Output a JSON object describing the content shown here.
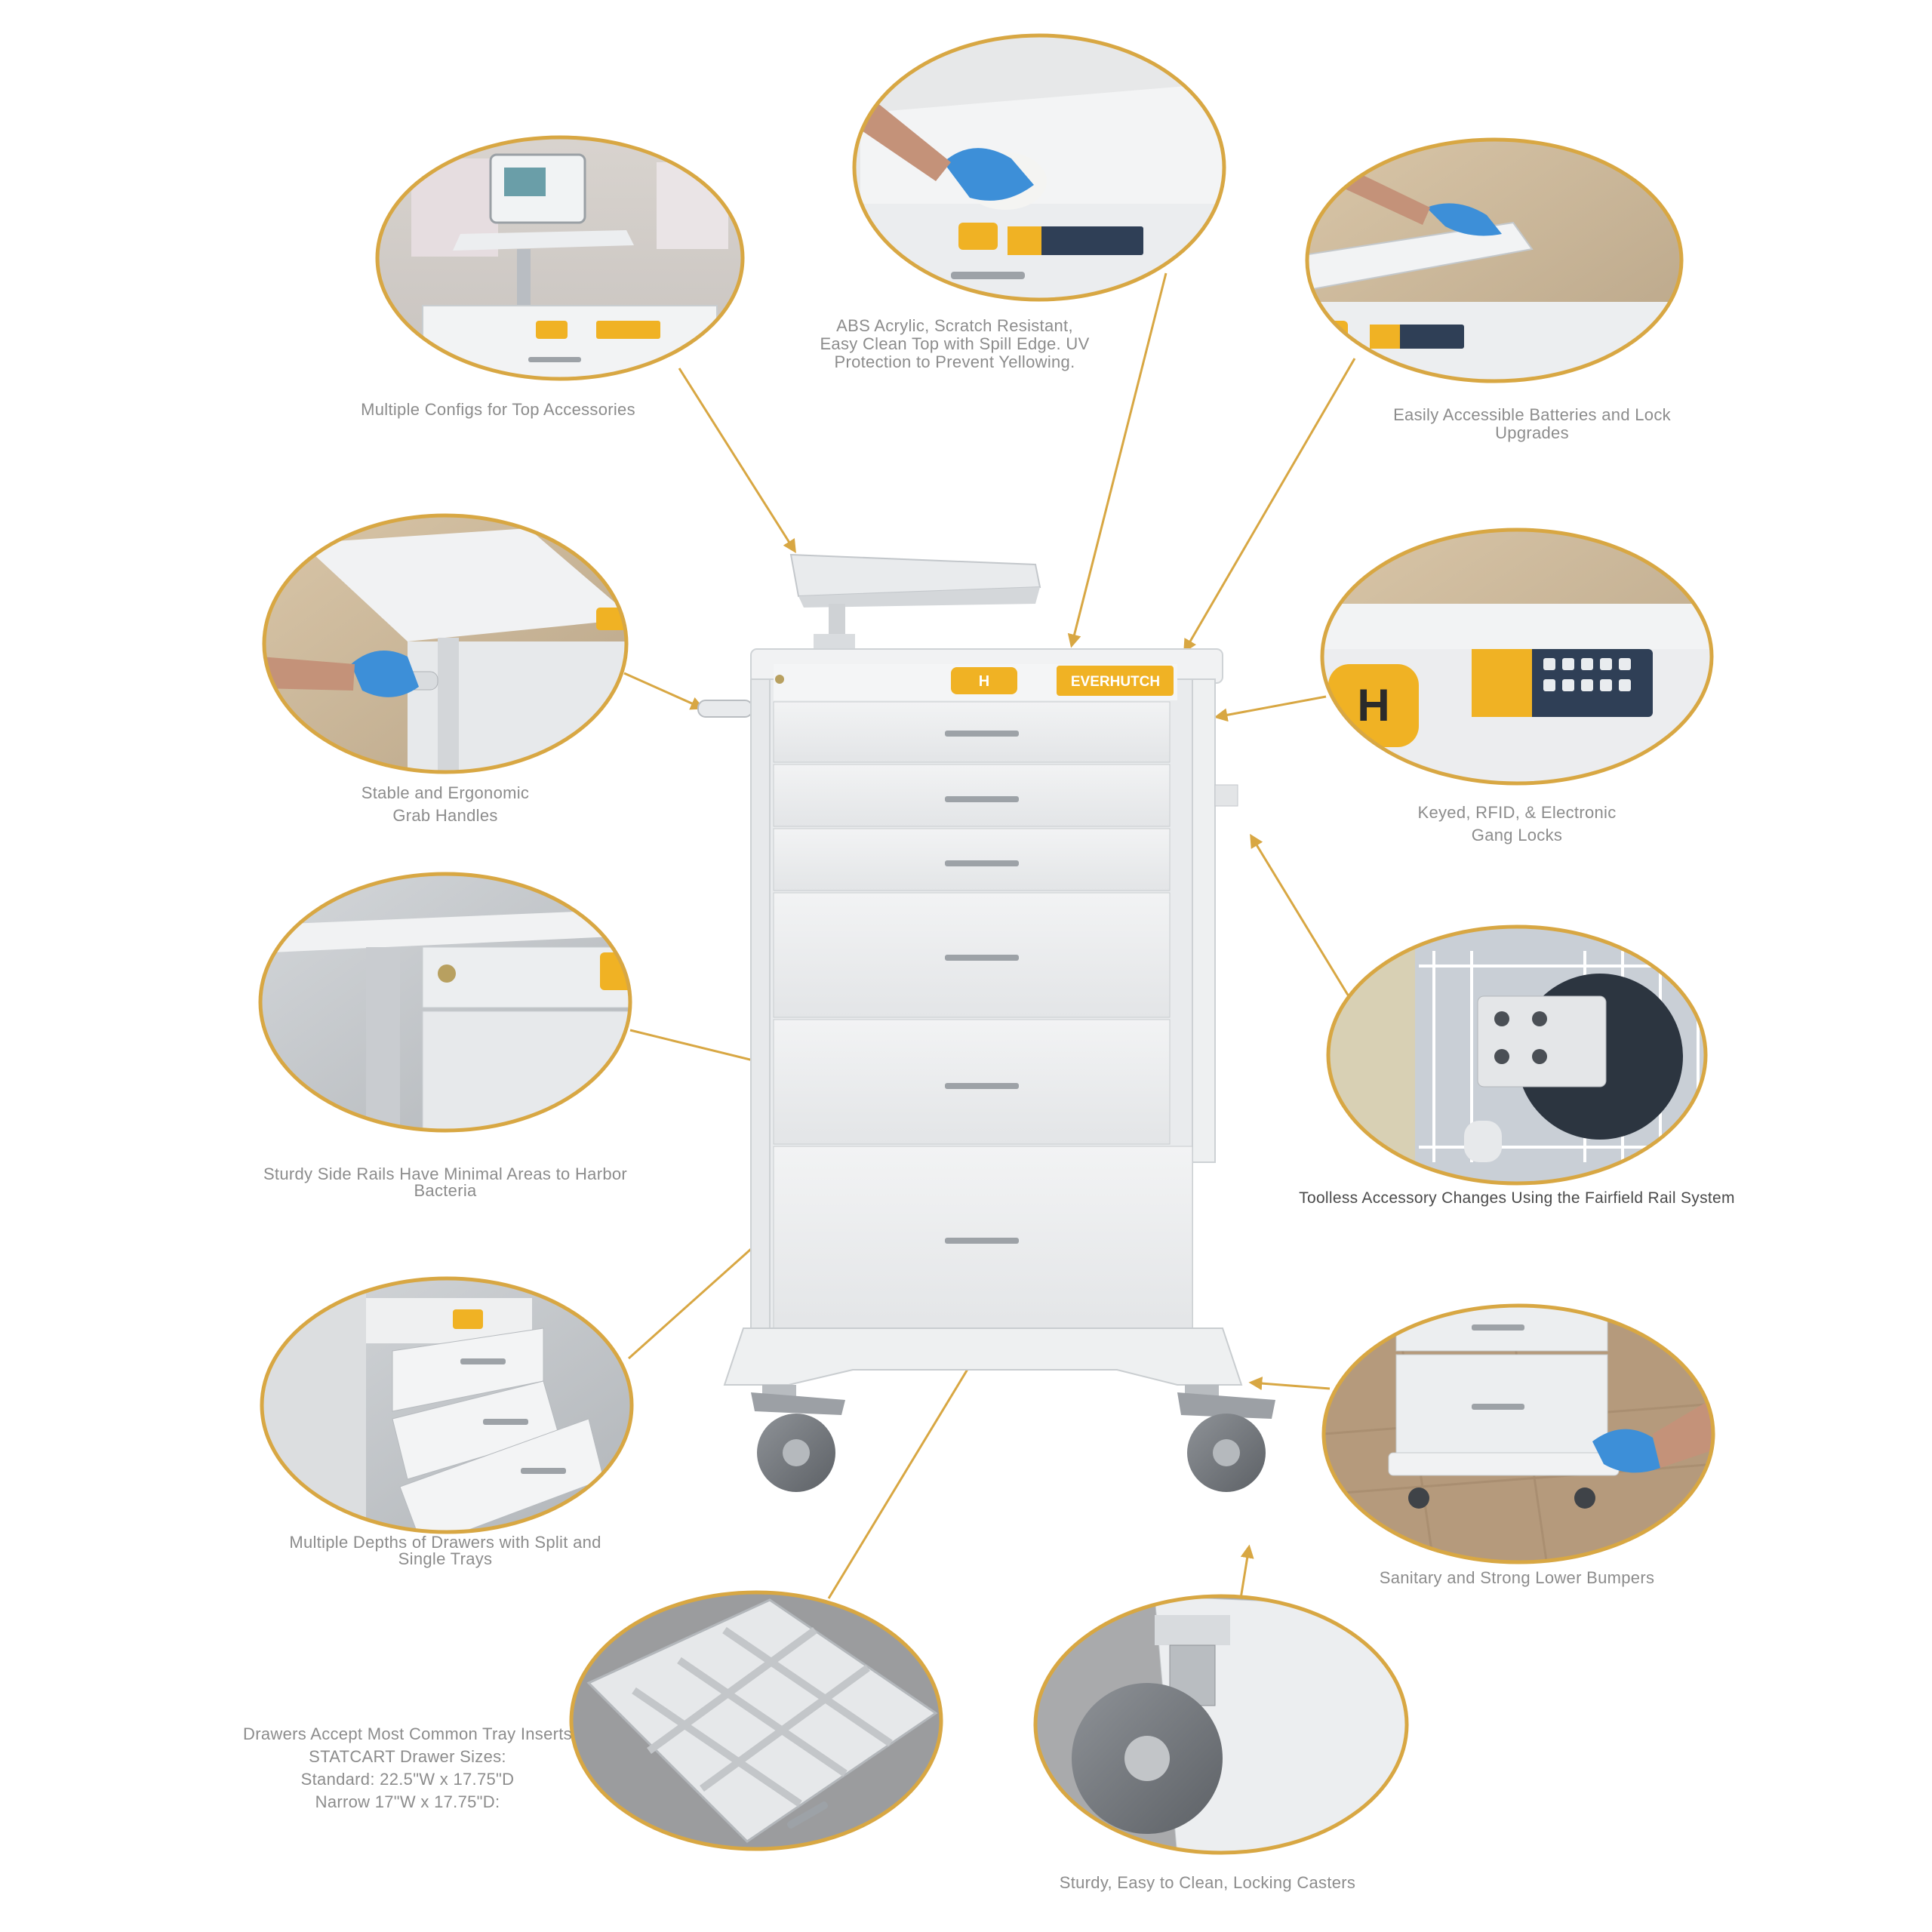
{
  "brand": {
    "accent_gold": "#d8a743",
    "tag_yellow": "#f0b224",
    "cart_white": "#eef0f1",
    "brand_name": "EVERHUTCH",
    "product_name": "STATCART"
  },
  "captions": {
    "top_accessories": "Multiple Configs for Top Accessories",
    "abs_top": [
      "ABS Acrylic, Scratch Resistant,",
      "Easy Clean Top with Spill Edge. UV",
      "Protection to Prevent Yellowing."
    ],
    "batteries": [
      "Easily Accessible Batteries and Lock",
      "Upgrades"
    ],
    "grab_handles": [
      "Stable and Ergonomic",
      "Grab Handles"
    ],
    "gang_locks": [
      "Keyed, RFID, & Electronic",
      "Gang Locks"
    ],
    "side_rails": [
      "Sturdy Side Rails Have Minimal Areas to Harbor",
      "Bacteria"
    ],
    "rail_system": "Toolless Accessory Changes Using the Fairfield Rail System",
    "drawer_depths": [
      "Multiple Depths of Drawers with Split and",
      "Single Trays"
    ],
    "bumpers": "Sanitary and Strong Lower Bumpers",
    "tray_inserts": [
      "Drawers Accept Most Common Tray Inserts",
      "STATCART Drawer Sizes:",
      "Standard: 22.5\"W x 17.75\"D",
      "Narrow 17\"W x 17.75\"D:"
    ],
    "casters": "Sturdy, Easy to Clean, Locking Casters"
  },
  "callout_photos": [
    "top-accessory-photo",
    "spill-edge-top-photo",
    "battery-access-photo",
    "grab-handle-photo",
    "gang-lock-photo",
    "side-rail-photo",
    "rail-system-photo",
    "drawer-depths-photo",
    "lower-bumper-photo",
    "tray-insert-photo",
    "caster-photo"
  ]
}
